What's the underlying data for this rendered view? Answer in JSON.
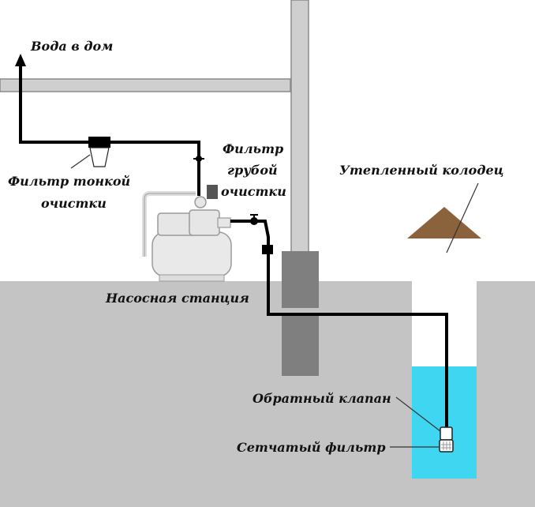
{
  "labels": {
    "water_to_house": "Вода в дом",
    "fine_filter_line1": "Фильтр тонкой",
    "fine_filter_line2": "очистки",
    "coarse_filter_line1": "Фильтр",
    "coarse_filter_line2": "грубой",
    "coarse_filter_line3": "очистки",
    "insulated_well": "Утепленный колодец",
    "pump_station": "Насосная станция",
    "check_valve": "Обратный клапан",
    "mesh_filter": "Сетчатый фильтр"
  },
  "colors": {
    "ground": "#c4c4c4",
    "wall": "#cfcfcf",
    "wall_outline": "#8a8a8a",
    "pillar_dark": "#7f7f7f",
    "pipe": "#000000",
    "water": "#3fd6f2",
    "roof": "#8a623c",
    "pump_body": "#e9e9e9",
    "pump_outline": "#9a9a9a"
  }
}
